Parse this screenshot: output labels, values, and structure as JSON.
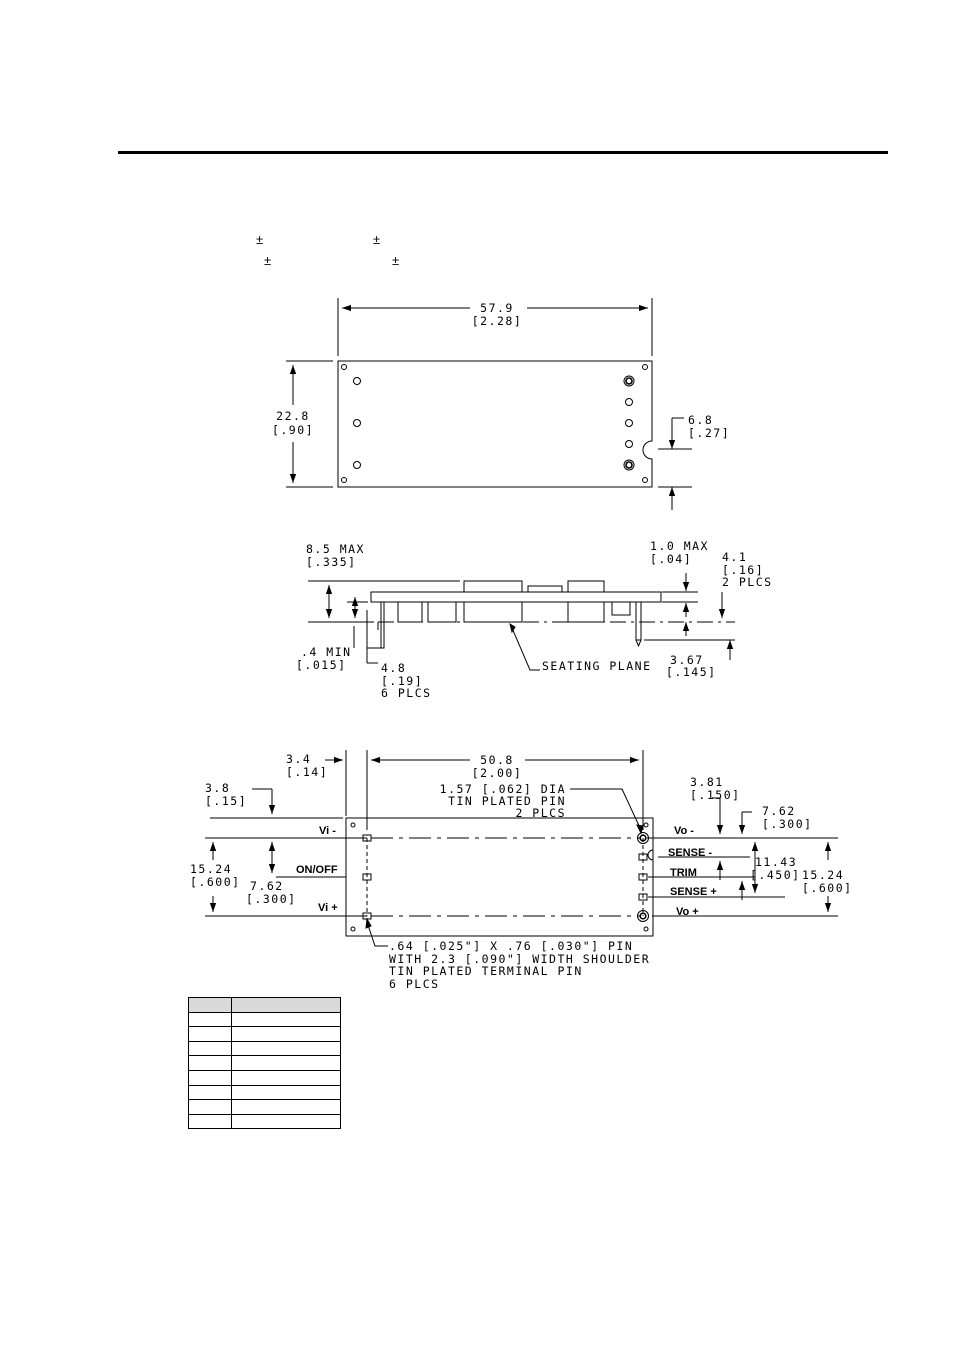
{
  "tolerance_marks": [
    "±",
    "±",
    "±",
    "±"
  ],
  "top_view": {
    "length_mm": "57.9",
    "length_in": "[2.28]",
    "width_mm": "22.8",
    "width_in": "[.90]",
    "notch_mm": "6.8",
    "notch_in": "[.27]"
  },
  "side_view": {
    "height_max_mm": "8.5 MAX",
    "height_max_in": "[.335]",
    "top_max_mm": "1.0 MAX",
    "top_max_in": "[.04]",
    "pin_large_mm": "4.1",
    "pin_large_in": "[.16]",
    "pin_large_qty": "2 PLCS",
    "standoff_mm": ".4 MIN",
    "standoff_in": "[.015]",
    "pin_small_mm": "4.8",
    "pin_small_in": "[.19]",
    "pin_small_qty": "6 PLCS",
    "seating_plane": "SEATING PLANE",
    "pin_len_mm": "3.67",
    "pin_len_in": "[.145]"
  },
  "bottom_view": {
    "offset_x_mm": "3.4",
    "offset_x_in": "[.14]",
    "pitch_mm": "50.8",
    "pitch_in": "[2.00]",
    "offset_y_mm": "3.8",
    "offset_y_in": "[.15]",
    "large_pin_note_1": "1.57 [.062] DIA",
    "large_pin_note_2": "TIN PLATED PIN",
    "large_pin_note_3": "2 PLCS",
    "sense_offset_mm": "3.81",
    "sense_offset_in": "[.150]",
    "trim_offset_mm": "7.62",
    "trim_offset_in": "[.300]",
    "sense_plus_mm": "11.43",
    "sense_plus_in": "[.450]",
    "left_span_mm": "15.24",
    "left_span_in": "[.600]",
    "onoff_mm": "7.62",
    "onoff_in": "[.300]",
    "right_span_mm": "15.24",
    "right_span_in": "[.600]",
    "small_pin_note_1": ".64 [.025\"] X .76 [.030\"] PIN",
    "small_pin_note_2": "WITH 2.3 [.090\"] WIDTH SHOULDER",
    "small_pin_note_3": "TIN PLATED TERMINAL PIN",
    "small_pin_note_4": "6 PLCS",
    "signals": {
      "vi_minus": "Vi -",
      "on_off": "ON/OFF",
      "vi_plus": "Vi +",
      "vo_minus": "Vo -",
      "sense_minus": "SENSE -",
      "trim": "TRIM",
      "sense_plus": "SENSE +",
      "vo_plus": "Vo +"
    }
  },
  "pin_table": {
    "rows": 8
  },
  "colors": {
    "ink": "#000000",
    "paper": "#ffffff",
    "table_header": "#d9d9d9"
  }
}
